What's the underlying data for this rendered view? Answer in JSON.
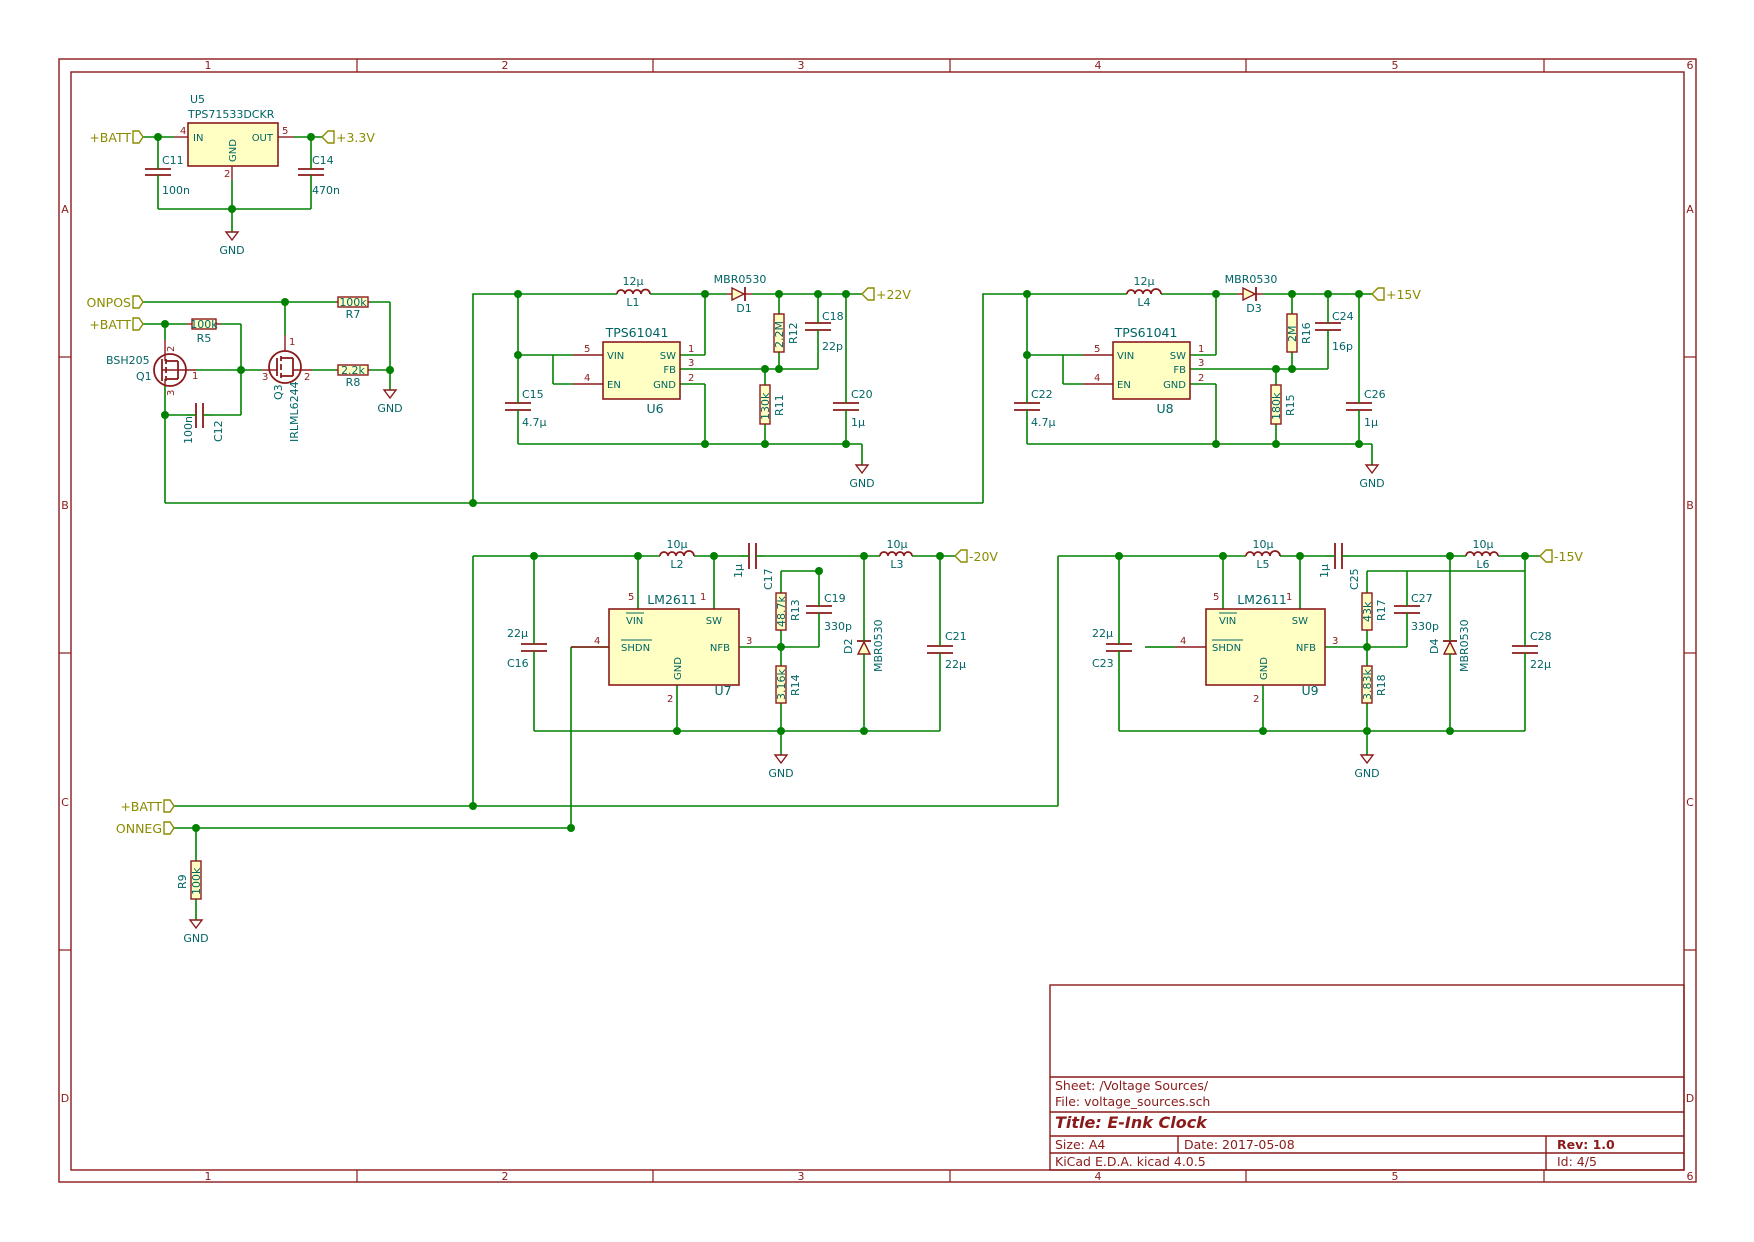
{
  "frame": {
    "columns": [
      "1",
      "2",
      "3",
      "4",
      "5",
      "6"
    ],
    "rows": [
      "A",
      "B",
      "C",
      "D"
    ]
  },
  "title_block": {
    "sheet": "Sheet: /Voltage Sources/",
    "file": "File: voltage_sources.sch",
    "title": "Title: E-Ink Clock",
    "size": "Size: A4",
    "date": "Date: 2017-05-08",
    "rev": "Rev: 1.0",
    "tool": "KiCad E.D.A.  kicad 4.0.5",
    "id": "Id: 4/5"
  },
  "global_labels": {
    "batt1": "+BATT",
    "v33": "+3.3V",
    "onpos": "ONPOS",
    "batt2": "+BATT",
    "v22": "+22V",
    "v15p": "+15V",
    "v20n": "-20V",
    "v15n": "-15V",
    "batt3": "+BATT",
    "onneg": "ONNEG"
  },
  "power": {
    "gnd": "GND"
  },
  "u5": {
    "ref": "U5",
    "name": "TPS71533DCKR",
    "in": "IN",
    "out": "OUT",
    "gnd": "GND",
    "p4": "4",
    "p5": "5",
    "p2": "2"
  },
  "c11": {
    "ref": "C11",
    "val": "100n"
  },
  "c14": {
    "ref": "C14",
    "val": "470n"
  },
  "q1": {
    "ref": "Q1",
    "val": "BSH205",
    "p1": "1",
    "p2": "2",
    "p3": "3"
  },
  "q3": {
    "ref": "Q3",
    "val": "IRLML6244",
    "p1": "1",
    "p2": "2",
    "p3": "3"
  },
  "r5": {
    "ref": "R5",
    "val": "100k"
  },
  "r7": {
    "ref": "R7",
    "val": "100k"
  },
  "r8": {
    "ref": "R8",
    "val": "2.2k"
  },
  "c12": {
    "ref": "C12",
    "val": "100n"
  },
  "u6": {
    "ref": "U6",
    "name": "TPS61041",
    "vin": "VIN",
    "en": "EN",
    "sw": "SW",
    "fb": "FB",
    "gnd": "GND",
    "p1": "1",
    "p2": "2",
    "p3": "3",
    "p4": "4",
    "p5": "5"
  },
  "u8": {
    "ref": "U8",
    "name": "TPS61041",
    "vin": "VIN",
    "en": "EN",
    "sw": "SW",
    "fb": "FB",
    "gnd": "GND",
    "p1": "1",
    "p2": "2",
    "p3": "3",
    "p4": "4",
    "p5": "5"
  },
  "l1": {
    "ref": "L1",
    "val": "12µ"
  },
  "l4": {
    "ref": "L4",
    "val": "12µ"
  },
  "d1": {
    "ref": "D1",
    "val": "MBR0530"
  },
  "d3": {
    "ref": "D3",
    "val": "MBR0530"
  },
  "c15": {
    "ref": "C15",
    "val": "4.7µ"
  },
  "c22": {
    "ref": "C22",
    "val": "4.7µ"
  },
  "r12": {
    "ref": "R12",
    "val": "2.2M"
  },
  "r16": {
    "ref": "R16",
    "val": "2M"
  },
  "c18": {
    "ref": "C18",
    "val": "22p"
  },
  "c24": {
    "ref": "C24",
    "val": "16p"
  },
  "r11": {
    "ref": "R11",
    "val": "130k"
  },
  "r15": {
    "ref": "R15",
    "val": "180k"
  },
  "c20": {
    "ref": "C20",
    "val": "1µ"
  },
  "c26": {
    "ref": "C26",
    "val": "1µ"
  },
  "u7": {
    "ref": "U7",
    "name": "LM2611",
    "vin": "VIN",
    "shdn": "SHDN",
    "sw": "SW",
    "nfb": "NFB",
    "gnd": "GND",
    "p1": "1",
    "p2": "2",
    "p3": "3",
    "p4": "4",
    "p5": "5"
  },
  "u9": {
    "ref": "U9",
    "name": "LM2611",
    "vin": "VIN",
    "shdn": "SHDN",
    "sw": "SW",
    "nfb": "NFB",
    "gnd": "GND",
    "p1": "1",
    "p2": "2",
    "p3": "3",
    "p4": "4",
    "p5": "5"
  },
  "l2": {
    "ref": "L2",
    "val": "10µ"
  },
  "l3": {
    "ref": "L3",
    "val": "10µ"
  },
  "l5": {
    "ref": "L5",
    "val": "10µ"
  },
  "l6": {
    "ref": "L6",
    "val": "10µ"
  },
  "c16": {
    "ref": "C16",
    "val": "22µ"
  },
  "c23": {
    "ref": "C23",
    "val": "22µ"
  },
  "c17": {
    "ref": "C17",
    "val": "1µ"
  },
  "c25": {
    "ref": "C25",
    "val": "1µ"
  },
  "r13": {
    "ref": "R13",
    "val": "48.7k"
  },
  "r17": {
    "ref": "R17",
    "val": "43k"
  },
  "c19": {
    "ref": "C19",
    "val": "330p"
  },
  "c27": {
    "ref": "C27",
    "val": "330p"
  },
  "r14": {
    "ref": "R14",
    "val": "3.16k"
  },
  "r18": {
    "ref": "R18",
    "val": "3.83k"
  },
  "d2": {
    "ref": "D2",
    "val": "MBR0530"
  },
  "d4": {
    "ref": "D4",
    "val": "MBR0530"
  },
  "c21": {
    "ref": "C21",
    "val": "22µ"
  },
  "c28": {
    "ref": "C28",
    "val": "22µ"
  },
  "r9": {
    "ref": "R9",
    "val": "100k"
  }
}
